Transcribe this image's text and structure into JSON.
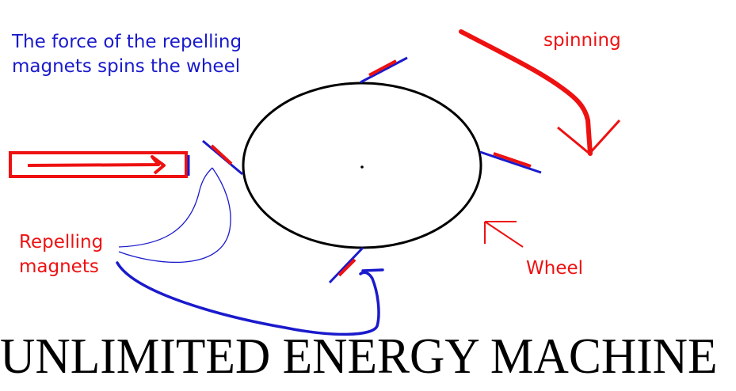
{
  "labels": {
    "caption": "The force of the repelling\nmagnets spins the wheel",
    "spinning": "spinning",
    "repelling_magnets": "Repelling\nmagnets",
    "wheel": "Wheel",
    "title": "UNLIMITED ENERGY MACHINE"
  },
  "colors": {
    "background": "#ffffff",
    "red": "#ee1111",
    "blue": "#1a1acc",
    "black": "#000000"
  }
}
